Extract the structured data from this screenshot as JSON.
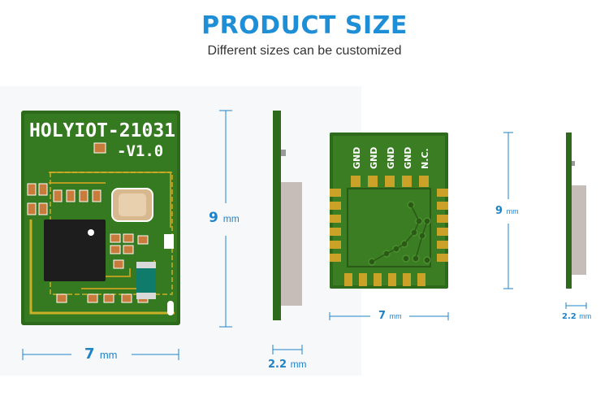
{
  "header": {
    "title": "PRODUCT SIZE",
    "subtitle": "Different sizes can be customized"
  },
  "front_module": {
    "silkscreen_line1": "HOLYIOT-21031",
    "silkscreen_line2": "-V1.0",
    "width_value": "7",
    "height_value": "9",
    "unit": "mm"
  },
  "front_side": {
    "thickness_value": "2.2",
    "unit": "mm"
  },
  "back_module": {
    "pin_labels": [
      "GND",
      "GND",
      "GND",
      "GND",
      "N.C."
    ],
    "width_value": "7",
    "height_value": "9",
    "unit": "mm"
  },
  "back_side": {
    "thickness_value": "2.2",
    "unit": "mm"
  },
  "colors": {
    "title": "#1e8fd6",
    "dimension": "#1f83c8",
    "pcb_green": "#2f6b1c",
    "pad_gold": "#c9a227"
  }
}
